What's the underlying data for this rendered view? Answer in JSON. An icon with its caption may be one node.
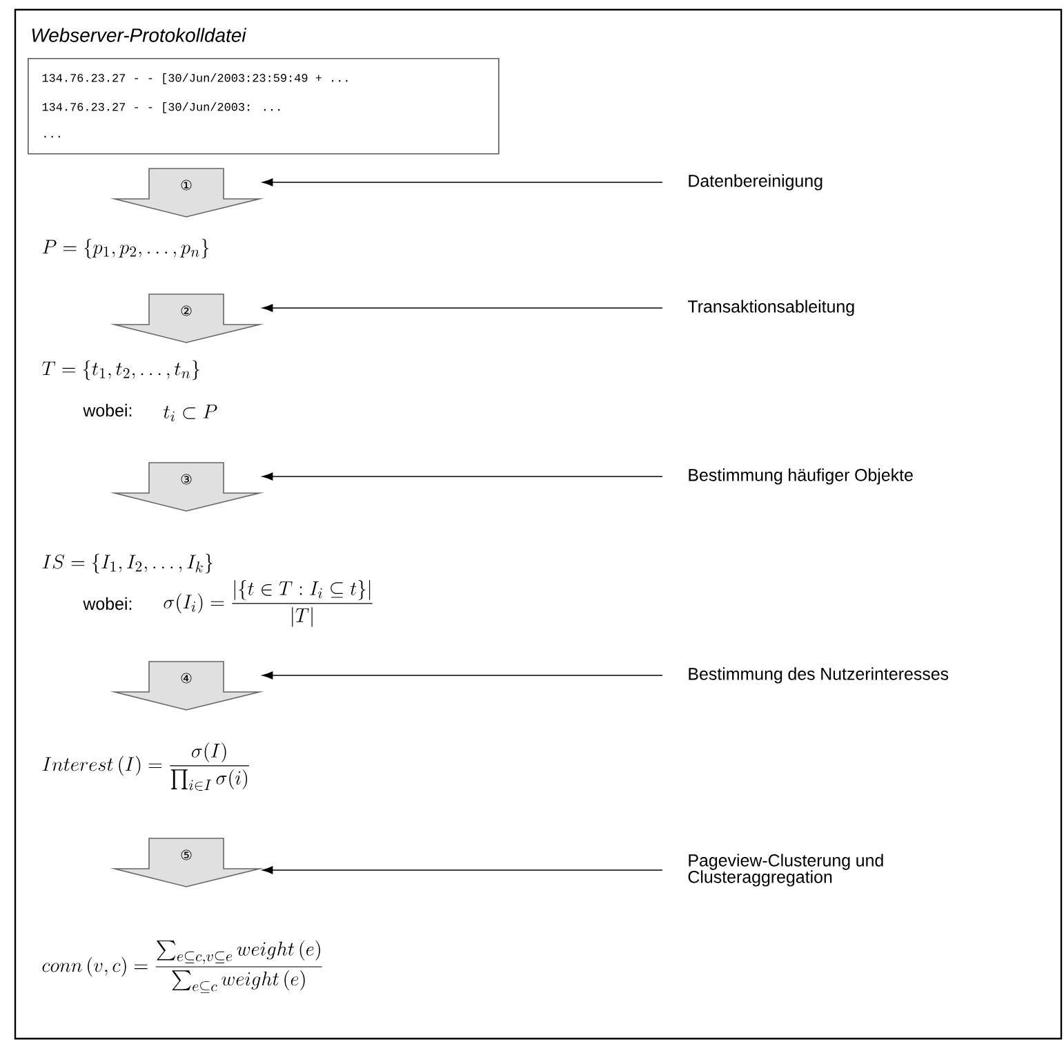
{
  "diagram": {
    "nodes": [
      {
        "text": [
          "Webserver-Protokolldatei",
          "134.76.23.27 - - [30/Jun/2003:23:59:49 + ...",
          "134.76.23.27 - - [30/Jun/2003: ...",
          "..."
        ]
      },
      {
        "text": [
          "①"
        ]
      },
      {
        "text": [
          "Datenbereinigung"
        ]
      },
      {
        "text": [
          "②"
        ]
      },
      {
        "text": [
          "Transaktionsableitung"
        ]
      },
      {
        "text": [
          "③"
        ]
      },
      {
        "text": [
          "Bestimmung häufiger Objekte"
        ]
      },
      {
        "text": [
          "④"
        ]
      },
      {
        "text": [
          "Bestimmung des Nutzerinteresses"
        ]
      },
      {
        "text": [
          "⑤"
        ]
      },
      {
        "text": [
          "Pageview-Clusterung und Clusteraggregation"
        ]
      }
    ],
    "edges": [
      {
        "from": 2,
        "to": 1,
        "arrow": "to"
      },
      {
        "from": 4,
        "to": 3,
        "arrow": "to"
      },
      {
        "from": 6,
        "to": 5,
        "arrow": "to"
      },
      {
        "from": 8,
        "to": 7,
        "arrow": "to"
      },
      {
        "from": 10,
        "to": 9,
        "arrow": "to"
      }
    ],
    "labels": [
      "P=\\left\\{p_1,p_2,\\ldots,p_n\\right\\}",
      "T=\\left\\{t_1,t_2,\\ldots,t_n\\right\\}",
      "wobei:",
      "t_i\\subset P",
      "IS=\\left\\{I_1,I_2,\\ldots,I_k\\right\\}",
      "wobei:",
      "\\sigma(I_i)=\\frac{\\left|\\left\\{t\\in T : I_i\\subseteq t\\right\\}\\right|}{\\left|T\\right|}",
      "Interest\\left(I\\right)=\\frac{\\sigma(I)}{\\prod_{i\\in I}\\sigma(i)}",
      "conn\\left(v,c\\right)=\\frac{\\sum_{e\\subseteq c,v\\subseteq e}weight\\left(e\\right)}{\\sum_{e\\subseteq c}weight\\left(e\\right)}"
    ]
  }
}
